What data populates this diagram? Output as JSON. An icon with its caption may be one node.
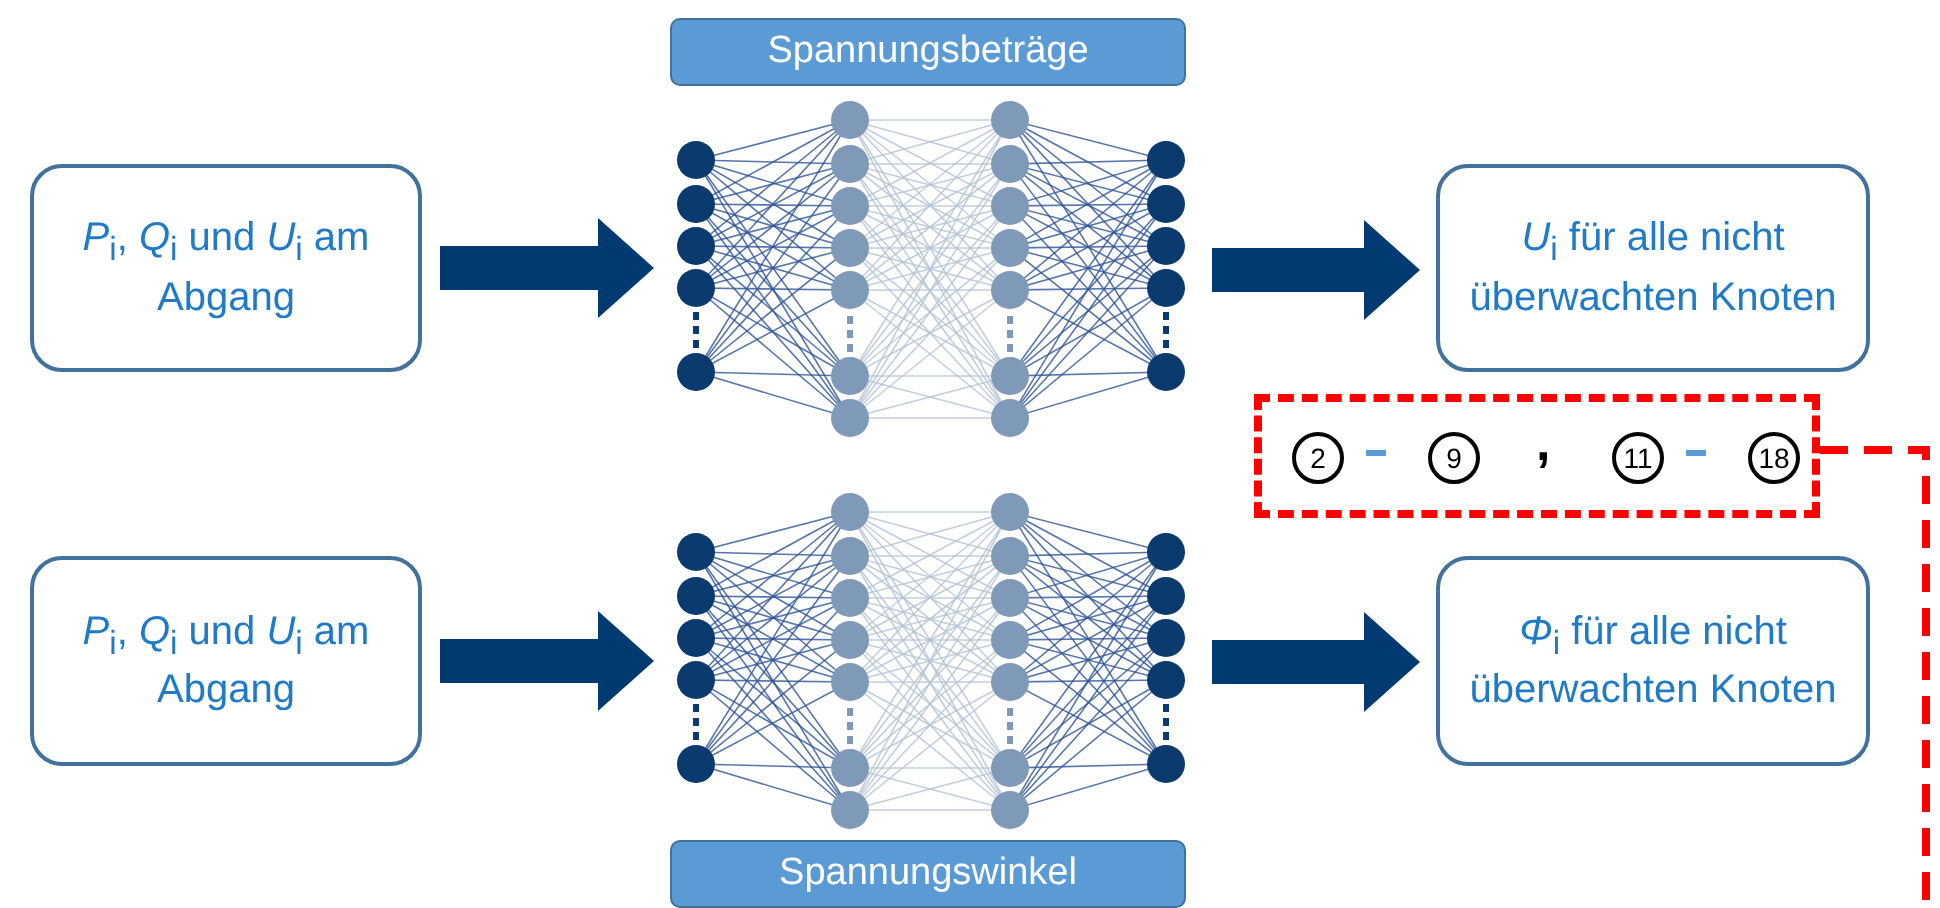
{
  "diagram": {
    "nodes": [
      {
        "text": [
          "*P*$_{i}$, *Q*$_{i}$ und *U*$_{i}$ am Abgang"
        ]
      },
      {
        "text": [
          "Spannungsbeträge"
        ]
      },
      {
        "text": [],
        "shape": "picture"
      },
      {
        "text": [
          "*U*$_{i}$ für alle nicht überwachten Knoten"
        ]
      },
      {
        "text": [
          "*P*$_{i}$, *Q*$_{i}$ und *U*$_{i}$ am Abgang"
        ]
      },
      {
        "text": [],
        "shape": "picture"
      },
      {
        "text": [
          "Spannungswinkel"
        ]
      },
      {
        "text": [
          "*Φ*$_{i}$ für alle nicht überwachten Knoten"
        ]
      },
      {
        "text": [],
        "shape": "box"
      },
      {
        "text": [
          "2"
        ],
        "in": 8
      },
      {
        "text": [
          "9"
        ],
        "in": 8
      },
      {
        "text": [
          "11"
        ],
        "in": 8
      },
      {
        "text": [
          "18"
        ],
        "in": 8
      }
    ],
    "edges": [
      {
        "from": 0,
        "to": 2,
        "arrow": "to"
      },
      {
        "from": 2,
        "to": 3,
        "arrow": "to"
      },
      {
        "from": 4,
        "to": 5,
        "arrow": "to"
      },
      {
        "from": 5,
        "to": 7,
        "arrow": "to"
      },
      {
        "from": 8,
        "to": null,
        "arrow": "none",
        "style": "dashed",
        "color": "#ff0000"
      }
    ],
    "labels": [
      ","
    ]
  }
}
